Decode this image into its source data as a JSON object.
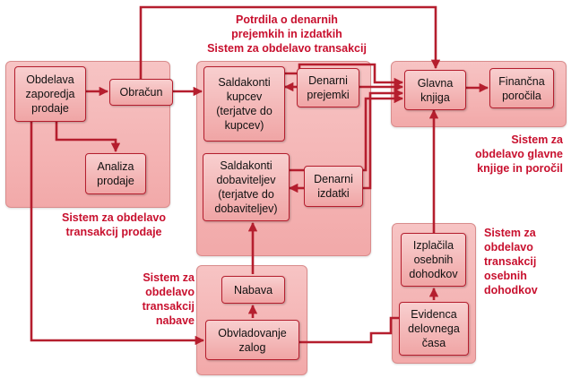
{
  "colors": {
    "line": "#b51e2e",
    "label": "#c8102e",
    "group_fill": "#f4b3b3",
    "node_fill": "#f6c2c2"
  },
  "nodes": {
    "obdelava_zaporedja_prodaje": "Obdelava\nzaporedja\nprodaje",
    "obracun": "Obračun",
    "analiza_prodaje": "Analiza\nprodaje",
    "saldakonti_kupcev": "Saldakonti\nkupcev\n(terjatve do\nkupcev)",
    "denarni_prejemki": "Denarni\nprejemki",
    "saldakonti_dobaviteljev": "Saldakonti\ndobaviteljev\n(terjatve do\ndobaviteljev)",
    "denarni_izdatki": "Denarni\nizdatki",
    "glavna_knjiga": "Glavna\nknjiga",
    "financna_porocila": "Finančna\nporočila",
    "nabava": "Nabava",
    "obvladovanje_zalog": "Obvladovanje\nzalog",
    "izplacila_osebnih_dohodkov": "Izplačila\nosebnih\ndohodkov",
    "evidenca_delovnega_casa": "Evidenca\ndelovnega\nčasa"
  },
  "labels": {
    "top": "Potrdila o denarnih\nprejemkih in izdatkih\nSistem za obdelavo transakcij",
    "prodaja": "Sistem za obdelavo\ntransakcij prodaje",
    "nabava": "Sistem za\nobdelavo\ntransakcij\nnabave",
    "glavna": "Sistem za\nobdelavo glavne\nknjige in poročil",
    "osebni": "Sistem za\nobdelavo\ntransakcij\nosebnih\ndohodkov"
  }
}
